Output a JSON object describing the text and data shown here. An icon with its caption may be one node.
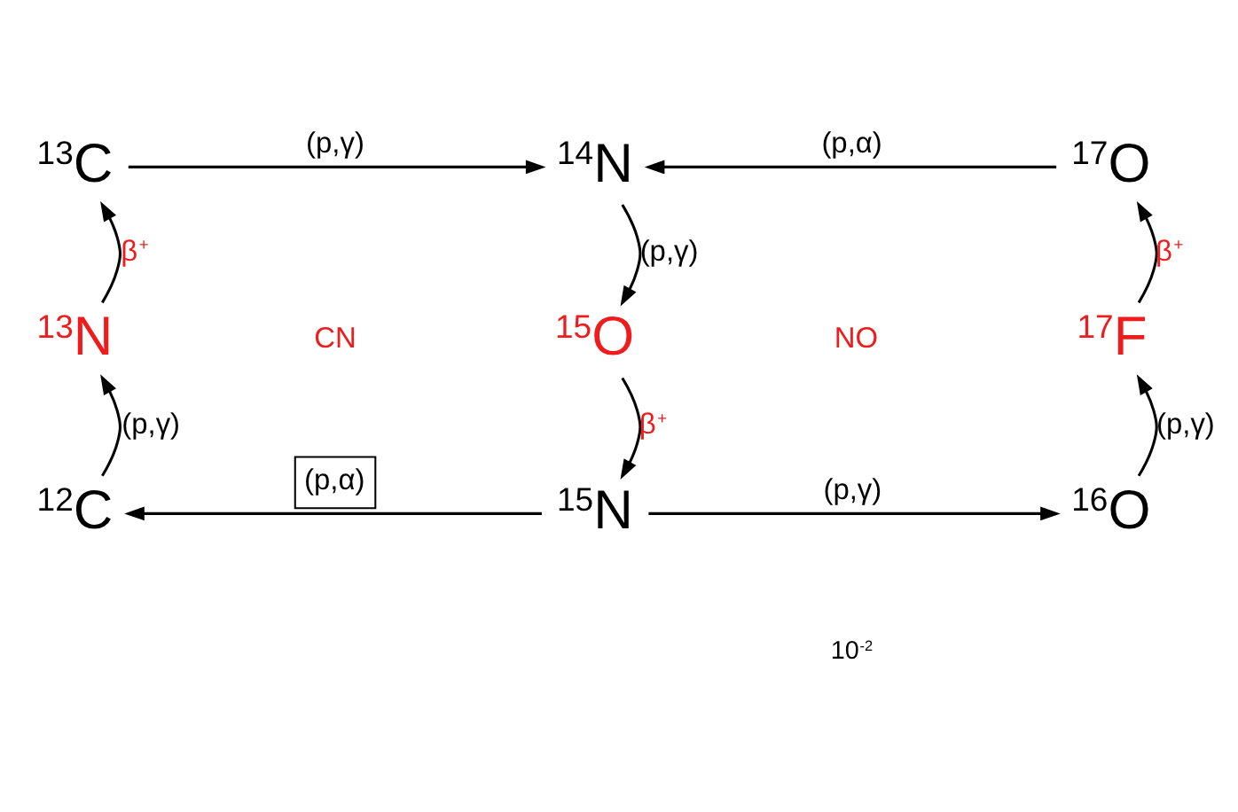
{
  "diagram": {
    "nodes": [
      {
        "text": [
          "$^{13}$C"
        ]
      },
      {
        "text": [
          "$^{14}$N"
        ]
      },
      {
        "text": [
          "$^{17}$O"
        ]
      },
      {
        "text": [
          "$^{13}$N"
        ]
      },
      {
        "text": [
          "$^{15}$O"
        ]
      },
      {
        "text": [
          "$^{17}$F"
        ]
      },
      {
        "text": [
          "$^{12}$C"
        ]
      },
      {
        "text": [
          "$^{15}$N"
        ]
      },
      {
        "text": [
          "$^{16}$O"
        ]
      }
    ],
    "edges": [
      {
        "from": 0,
        "to": 1,
        "arrow": "to",
        "label": "(p,γ)"
      },
      {
        "from": 2,
        "to": 1,
        "arrow": "to",
        "label": "(p,α)"
      },
      {
        "from": 1,
        "to": 4,
        "arrow": "to",
        "label": "(p,γ)"
      },
      {
        "from": 3,
        "to": 0,
        "arrow": "to",
        "label": "β$^{+}$"
      },
      {
        "from": 5,
        "to": 2,
        "arrow": "to",
        "label": "β$^{+}$"
      },
      {
        "from": 4,
        "to": 7,
        "arrow": "to",
        "label": "β$^{+}$"
      },
      {
        "from": 7,
        "to": 6,
        "arrow": "to",
        "label": "(p,α)"
      },
      {
        "from": 6,
        "to": 3,
        "arrow": "to",
        "label": "(p,γ)"
      },
      {
        "from": 7,
        "to": 8,
        "arrow": "to",
        "label": "(p,γ)"
      },
      {
        "from": 8,
        "to": 5,
        "arrow": "to",
        "label": "(p,γ)"
      }
    ],
    "labels": [
      "CN",
      "NO",
      "10$^{-2}$"
    ]
  }
}
